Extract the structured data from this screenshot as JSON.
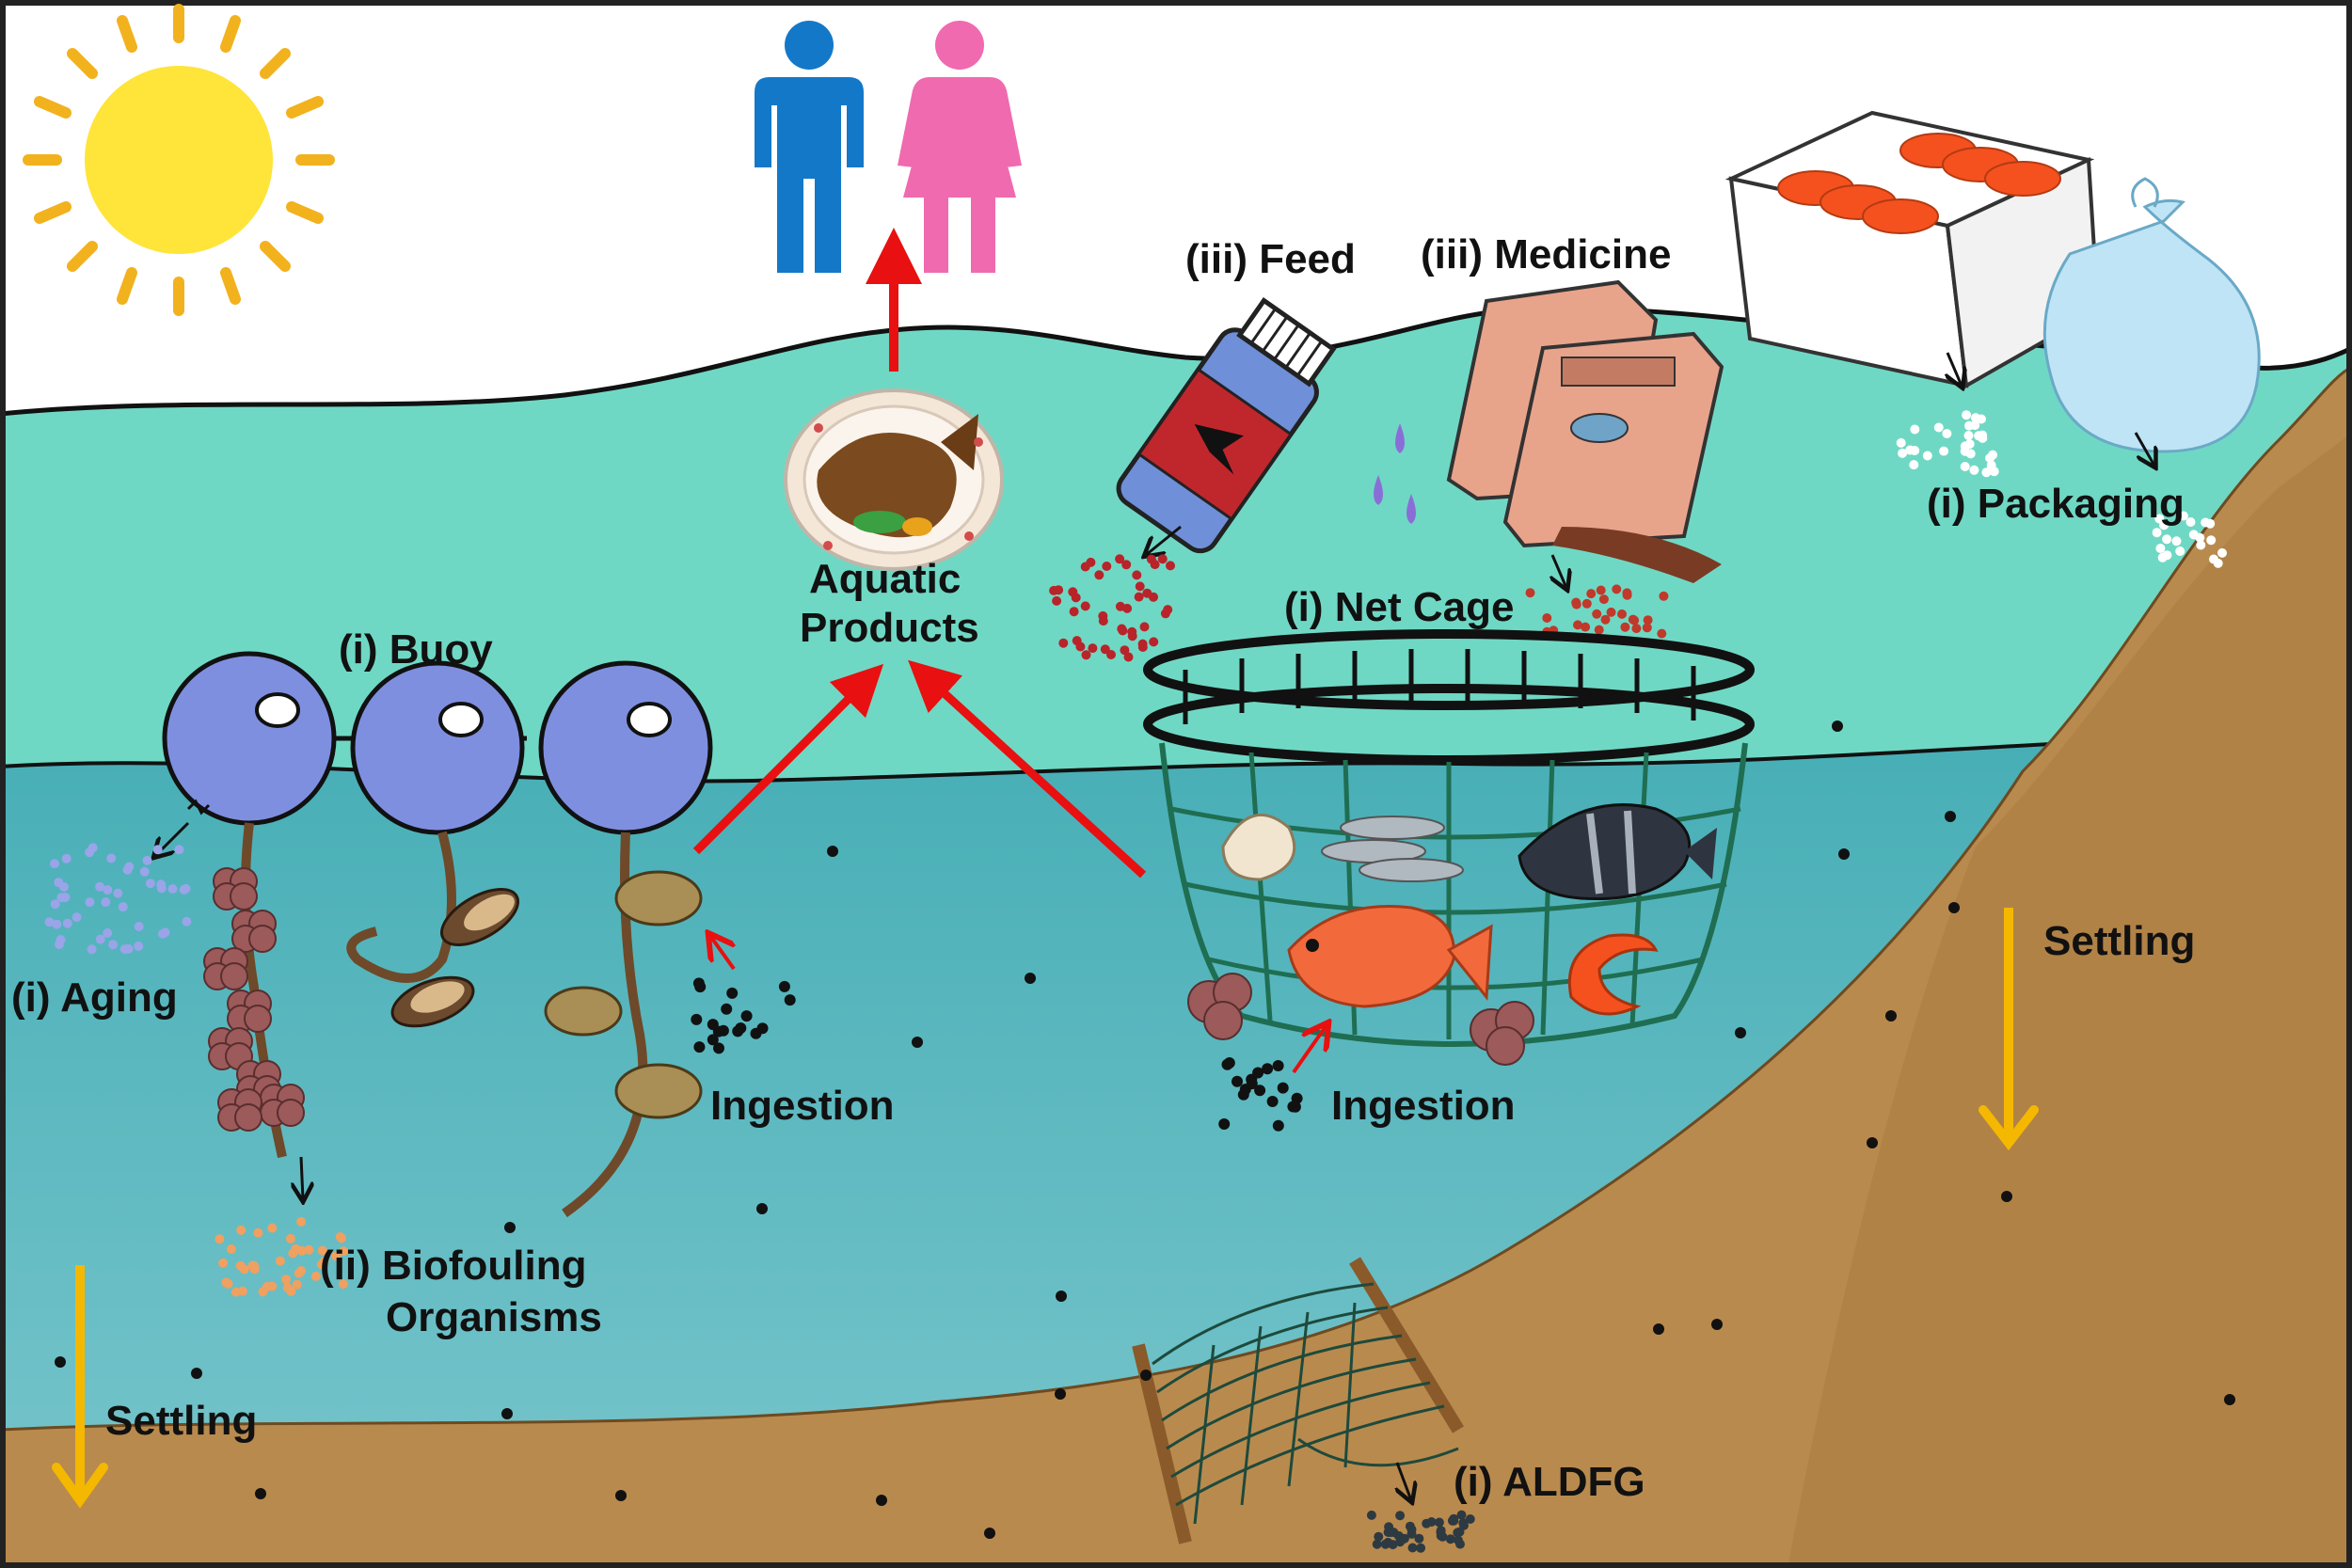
{
  "labels": {
    "buoy": "(i) Buoy",
    "aging": "(i) Aging",
    "biofouling_line1": "(ii) Biofouling",
    "biofouling_line2": "Organisms",
    "settling_left": "Settling",
    "ingestion_left": "Ingestion",
    "aquatic_line1": "Aquatic",
    "aquatic_line2": "Products",
    "feed": "(iii) Feed",
    "medicine": "(iii) Medicine",
    "net_cage": "(i) Net Cage",
    "ingestion_right": "Ingestion",
    "packaging": "(i) Packaging",
    "settling_right": "Settling",
    "aldfg": "(i) ALDFG"
  },
  "colors": {
    "sun": "#FFE43A",
    "sun_rays": "#F2B21E",
    "surface_water": "#6FD8C4",
    "deep_water": "#3FA6B0",
    "seabed": "#B98A4E",
    "buoy": "#7F8FE0",
    "arrow_red": "#E81010",
    "arrow_yellow": "#F5B800",
    "male_icon": "#1478C8",
    "female_icon": "#F06AAF",
    "cage_net": "#1F6E52"
  },
  "icons": [
    "sun-icon",
    "man-icon",
    "woman-icon",
    "fish-plate-icon",
    "medicine-bottle-icon",
    "feed-bag-icon",
    "shrimp-box-icon",
    "plastic-bag-icon",
    "buoy-icon",
    "net-cage-icon",
    "oyster-icon",
    "mussel-icon",
    "fish-icon",
    "shrimp-icon",
    "ghost-net-icon"
  ]
}
